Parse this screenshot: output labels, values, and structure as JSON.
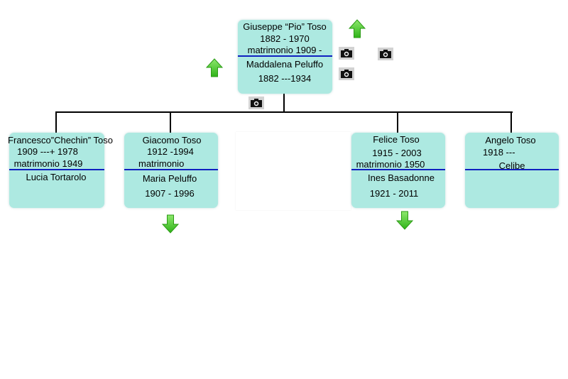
{
  "root": {
    "line1": "Giuseppe “Pio” Toso",
    "line2": "1882 - 1970",
    "line3": "matrimonio 1909 -",
    "line4": "Maddalena Peluffo",
    "line5": "1882 ---1934"
  },
  "children": [
    {
      "line1": "Francesco”Chechin” Toso",
      "line2": "1909 ---+ 1978",
      "line3": "matrimonio 1949",
      "line4": "Lucia Tortarolo"
    },
    {
      "line1": "Giacomo Toso",
      "line2": "1912 -1994",
      "line3": "matrimonio",
      "line4": "Maria Peluffo",
      "line5": "1907 - 1996"
    },
    {
      "line1": "Felice Toso",
      "line2": "1915 - 2003",
      "line3": "matrimonio 1950",
      "line4": "Ines Basadonne",
      "line5": "1921 - 2011"
    },
    {
      "line1": "Angelo Toso",
      "line2": "1918 ---",
      "line3": "Celibe"
    }
  ],
  "icons": {
    "up_arrow": "green-up-arrow-icon",
    "down_arrow": "green-down-arrow-icon",
    "camera": "camera-icon"
  },
  "colors": {
    "box_fill": "#ade9e1",
    "separator": "#1020c0",
    "arrow": "#3cc41e"
  }
}
